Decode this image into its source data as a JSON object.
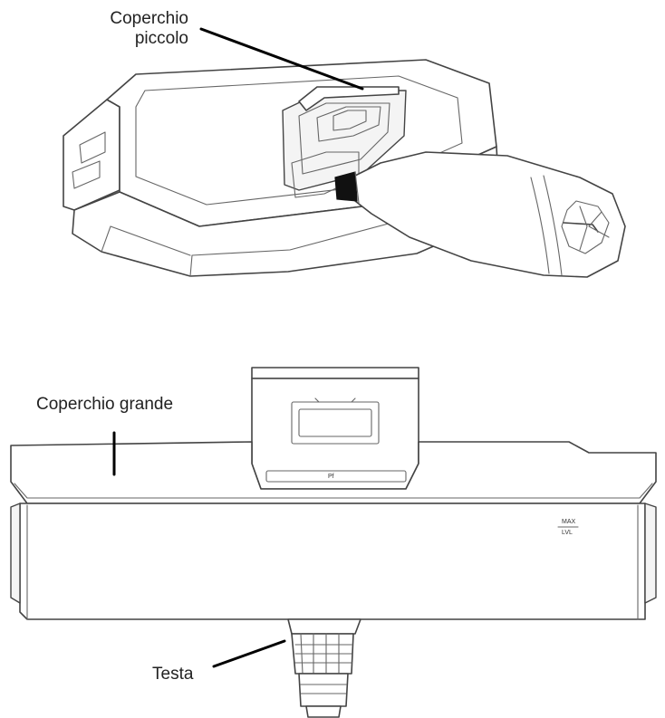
{
  "labels": {
    "small_lid": "Coperchio\npiccolo",
    "large_lid": "Coperchio grande",
    "head": "Testa"
  },
  "markings": {
    "max_line": "MAX",
    "lever_line": "LVL",
    "lid_mark": "Pf"
  },
  "colors": {
    "line": "#444444",
    "leader": "#000000",
    "background": "#ffffff"
  }
}
